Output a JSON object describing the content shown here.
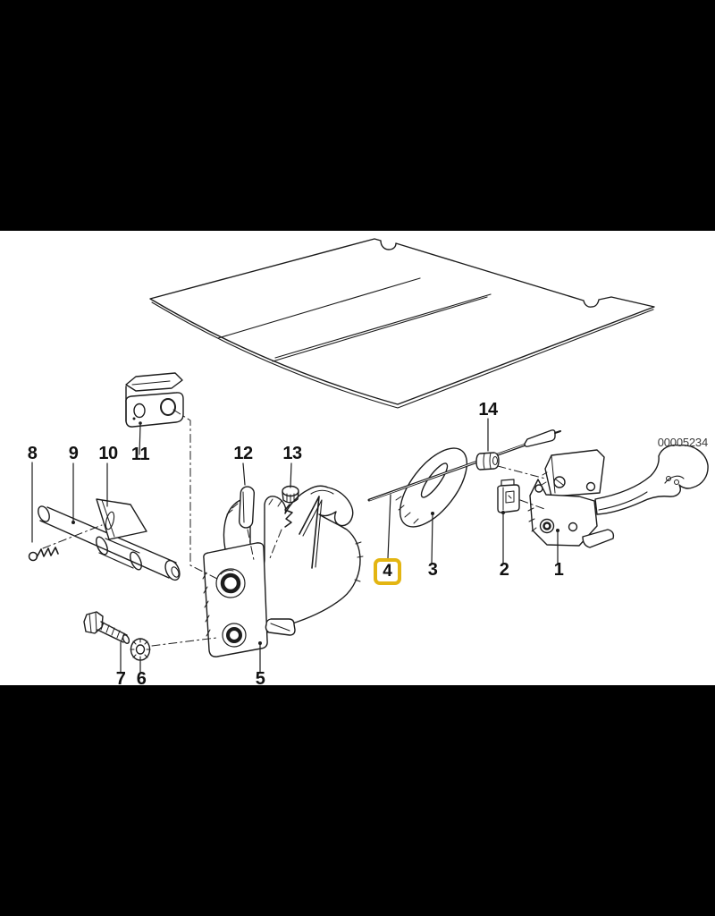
{
  "image": {
    "background_color": "#000000",
    "canvas_color": "#ffffff",
    "line_color": "#1c1c1c"
  },
  "diagram": {
    "part_labels": {
      "1": "1",
      "2": "2",
      "3": "3",
      "4": "4",
      "5": "5",
      "6": "6",
      "7": "7",
      "8": "8",
      "9": "9",
      "10": "10",
      "11": "11",
      "12": "12",
      "13": "13",
      "14": "14"
    },
    "highlighted_part": "4",
    "highlight_color": "#E3B512",
    "drawing_number": "00005234"
  }
}
